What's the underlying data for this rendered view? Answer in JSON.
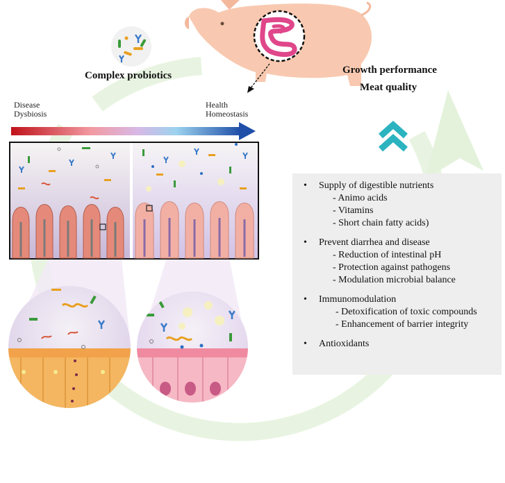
{
  "labels": {
    "probiotics": "Complex probiotics",
    "growth_performance": "Growth performance",
    "meat_quality": "Meat quality",
    "disease": "Disease",
    "dysbiosis": "Dysbiosis",
    "health": "Health",
    "homeostasis": "Homeostasis"
  },
  "benefits": [
    {
      "bullet": "•",
      "title": "Supply of digestible nutrients",
      "items": [
        "- Animo acids",
        "- Vitamins",
        "- Short chain fatty acids)"
      ]
    },
    {
      "bullet": "•",
      "title": "Prevent diarrhea and disease",
      "items": [
        "- Reduction of intestinal pH",
        "- Protection against pathogens",
        "- Modulation microbial balance"
      ]
    },
    {
      "bullet": "•",
      "title": "Immunomodulation",
      "items": [
        "- Detoxification of toxic compounds",
        "- Enhancement of barrier integrity"
      ]
    },
    {
      "bullet": "•",
      "title": "Antioxidants",
      "items": []
    }
  ],
  "colors": {
    "cycle_arrow": "#e6f3df",
    "pig": "#f8c9b0",
    "gut_coil": "#e0468a",
    "gradient_disease": "#c0121a",
    "gradient_health": "#1f4fa8",
    "chevron": "#2bb3c0",
    "villus_diseased": "#e58a7a",
    "villus_healthy": "#f2b0a5"
  },
  "icons": [
    "pig-icon",
    "gut-icon",
    "probiotic-cluster-icon",
    "double-chevron-up-icon",
    "cycle-arrow-icon"
  ]
}
